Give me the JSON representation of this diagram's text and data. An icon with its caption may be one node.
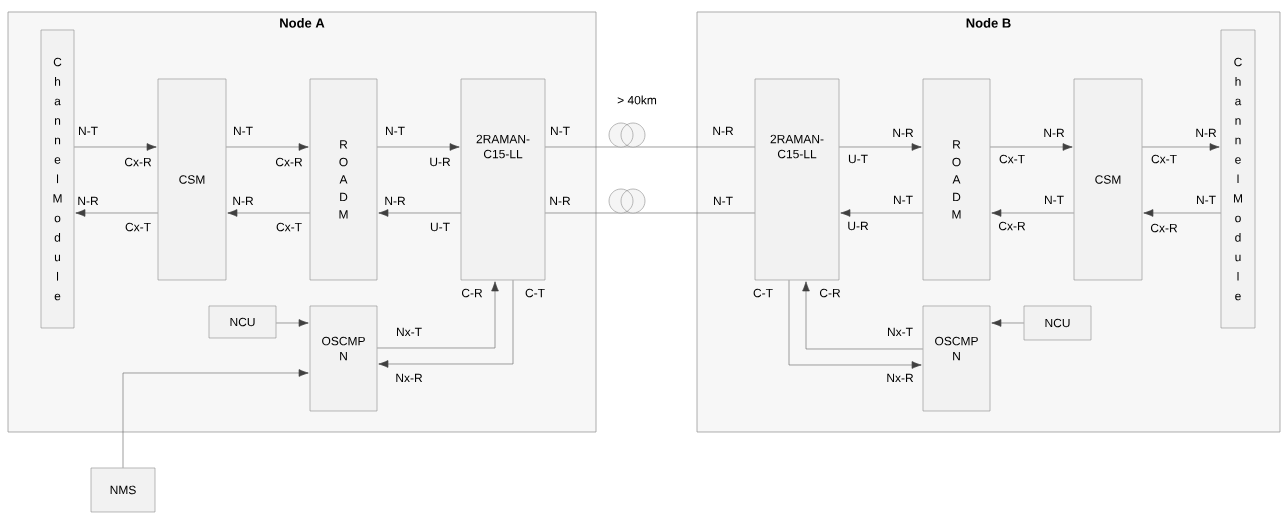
{
  "diagram": {
    "nodes": [
      {
        "text": [
          "Node A"
        ]
      },
      {
        "text": [
          "Channel Module"
        ],
        "in": 0
      },
      {
        "text": [
          "CSM"
        ],
        "in": 0
      },
      {
        "text": [
          "ROADM"
        ],
        "in": 0
      },
      {
        "text": [
          "2RAMAN-C15-LL"
        ],
        "in": 0
      },
      {
        "text": [
          "NCU"
        ],
        "in": 0
      },
      {
        "text": [
          "OSCMP N"
        ],
        "in": 0
      },
      {
        "text": [
          "NMS"
        ]
      },
      {
        "text": [
          "Node B"
        ]
      },
      {
        "text": [
          "2RAMAN-C15-LL"
        ],
        "in": 8
      },
      {
        "text": [
          "ROADM"
        ],
        "in": 8
      },
      {
        "text": [
          "CSM"
        ],
        "in": 8
      },
      {
        "text": [
          "Channel Module"
        ],
        "in": 8
      },
      {
        "text": [
          "NCU"
        ],
        "in": 8
      },
      {
        "text": [
          "OSCMP N"
        ],
        "in": 8
      }
    ],
    "edges": [
      {
        "from": 1,
        "to": 2,
        "arrow": "to"
      },
      {
        "from": 2,
        "to": 1,
        "arrow": "to"
      },
      {
        "from": 2,
        "to": 3,
        "arrow": "to"
      },
      {
        "from": 3,
        "to": 2,
        "arrow": "to"
      },
      {
        "from": 3,
        "to": 4,
        "arrow": "to"
      },
      {
        "from": 4,
        "to": 3,
        "arrow": "to"
      },
      {
        "from": 5,
        "to": 6,
        "arrow": "to"
      },
      {
        "from": 6,
        "to": 4,
        "arrow": "to"
      },
      {
        "from": 4,
        "to": 6,
        "arrow": "to"
      },
      {
        "from": 7,
        "to": 6,
        "arrow": "to"
      },
      {
        "from": 4,
        "to": 9,
        "arrow": "none"
      },
      {
        "from": 4,
        "to": 9,
        "arrow": "none"
      },
      {
        "from": 9,
        "to": 10,
        "arrow": "to"
      },
      {
        "from": 10,
        "to": 9,
        "arrow": "to"
      },
      {
        "from": 10,
        "to": 11,
        "arrow": "to"
      },
      {
        "from": 11,
        "to": 10,
        "arrow": "to"
      },
      {
        "from": 11,
        "to": 12,
        "arrow": "to"
      },
      {
        "from": 12,
        "to": 11,
        "arrow": "to"
      },
      {
        "from": 13,
        "to": 14,
        "arrow": "to"
      },
      {
        "from": 14,
        "to": 9,
        "arrow": "to"
      },
      {
        "from": 9,
        "to": 14,
        "arrow": "to"
      }
    ],
    "labels": [
      "N-T",
      "Cx-R",
      "N-R",
      "Cx-T",
      "N-T",
      "Cx-R",
      "N-R",
      "Cx-T",
      "N-T",
      "U-R",
      "N-R",
      "U-T",
      "N-T",
      "N-R",
      "C-R",
      "C-T",
      "Nx-T",
      "Nx-R",
      "> 40km",
      "N-R",
      "N-T",
      "N-R",
      "U-T",
      "N-T",
      "U-R",
      "N-R",
      "Cx-T",
      "N-T",
      "Cx-R",
      "N-R",
      "Cx-T",
      "N-T",
      "Cx-R",
      "C-T",
      "C-R",
      "Nx-T",
      "Nx-R"
    ]
  }
}
